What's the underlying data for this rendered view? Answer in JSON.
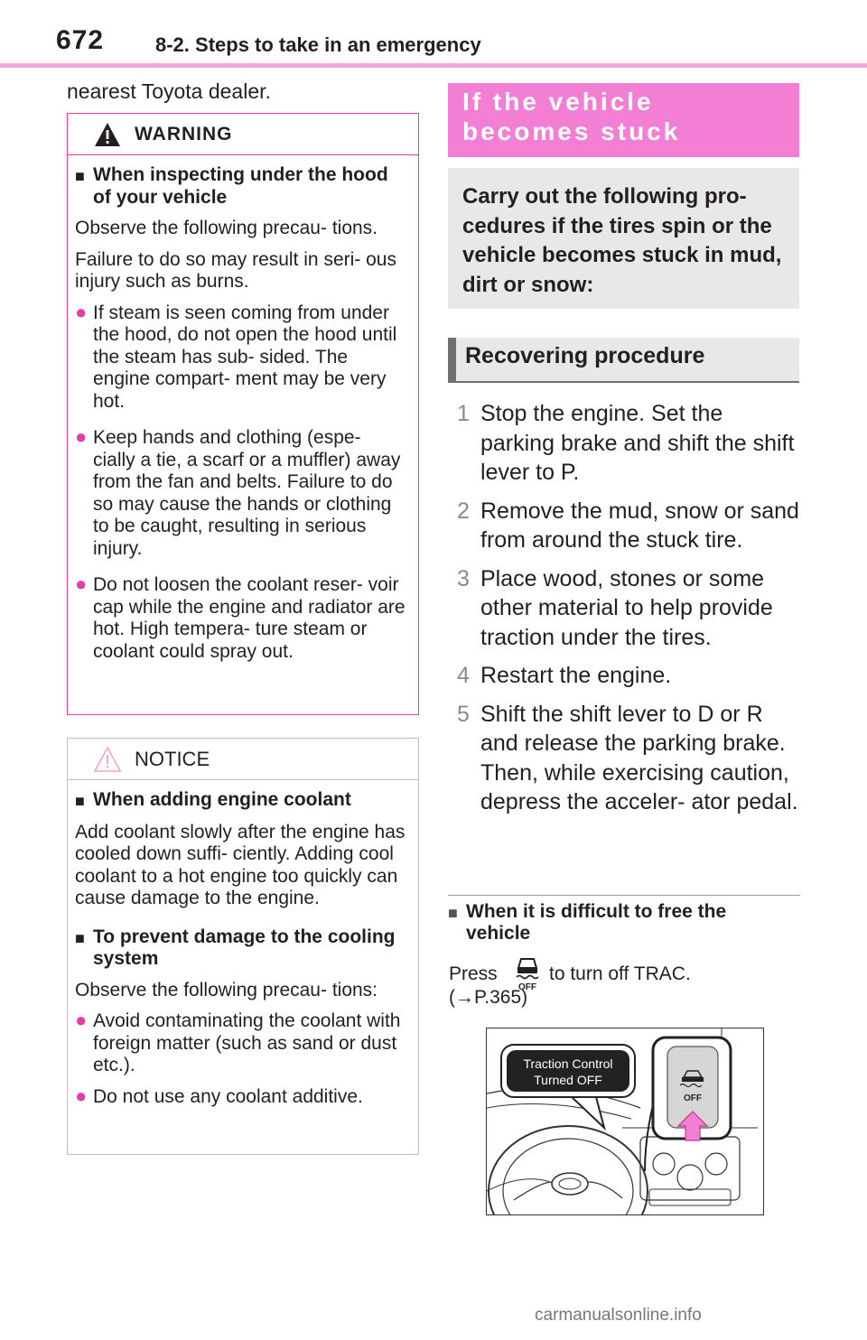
{
  "header": {
    "page_number": "672",
    "section": "8-2. Steps to take in an emergency"
  },
  "left": {
    "lead_text": "nearest Toyota dealer.",
    "warning": {
      "label": "WARNING",
      "heading": "When inspecting under the hood of your vehicle",
      "para1": "Observe the following precau- tions.",
      "para2": "Failure to do so may result in seri- ous injury such as burns.",
      "bullets": [
        "If steam is seen coming from under the hood, do not open the hood until the steam has sub- sided. The engine compart- ment may be very hot.",
        "Keep hands and clothing (espe- cially a tie, a scarf or a muffler) away from the fan and belts. Failure to do so may cause the hands or clothing to be caught, resulting in serious injury.",
        "Do not loosen the coolant reser- voir cap while the engine and radiator are hot. High tempera- ture steam or coolant could spray out."
      ]
    },
    "notice": {
      "label": "NOTICE",
      "heading1": "When adding engine coolant",
      "para1": "Add coolant slowly after the engine has cooled down suffi- ciently. Adding cool coolant to a hot engine too quickly can cause damage to the engine.",
      "heading2": "To prevent damage to the cooling system",
      "para2": "Observe the following precau- tions:",
      "bullets": [
        "Avoid contaminating the coolant with foreign matter (such as sand or dust etc.).",
        "Do not use any coolant additive."
      ]
    }
  },
  "right": {
    "banner": "If the vehicle becomes stuck",
    "intro": "Carry out the following pro- cedures if the tires spin or the vehicle becomes stuck in mud, dirt or snow:",
    "procedure_heading": "Recovering procedure",
    "steps": [
      {
        "n": "1",
        "text": "Stop the engine. Set the parking brake and shift the shift lever to P."
      },
      {
        "n": "2",
        "text": "Remove the mud, snow or sand from around the stuck tire."
      },
      {
        "n": "3",
        "text": "Place wood, stones or some other material to help provide traction under the tires."
      },
      {
        "n": "4",
        "text": "Restart the engine."
      },
      {
        "n": "5",
        "text": "Shift the shift lever to D or R and release the parking brake. Then, while exercising caution, depress the acceler- ator pedal."
      }
    ],
    "subheading": "When it is difficult to free the vehicle",
    "press_prefix": "Press",
    "press_suffix": "to turn off TRAC.",
    "xref": "(→P.365)",
    "figure": {
      "callout_line1": "Traction Control",
      "callout_line2": "Turned OFF",
      "button_text": "OFF"
    }
  },
  "watermark": "carmanualsonline.info"
}
